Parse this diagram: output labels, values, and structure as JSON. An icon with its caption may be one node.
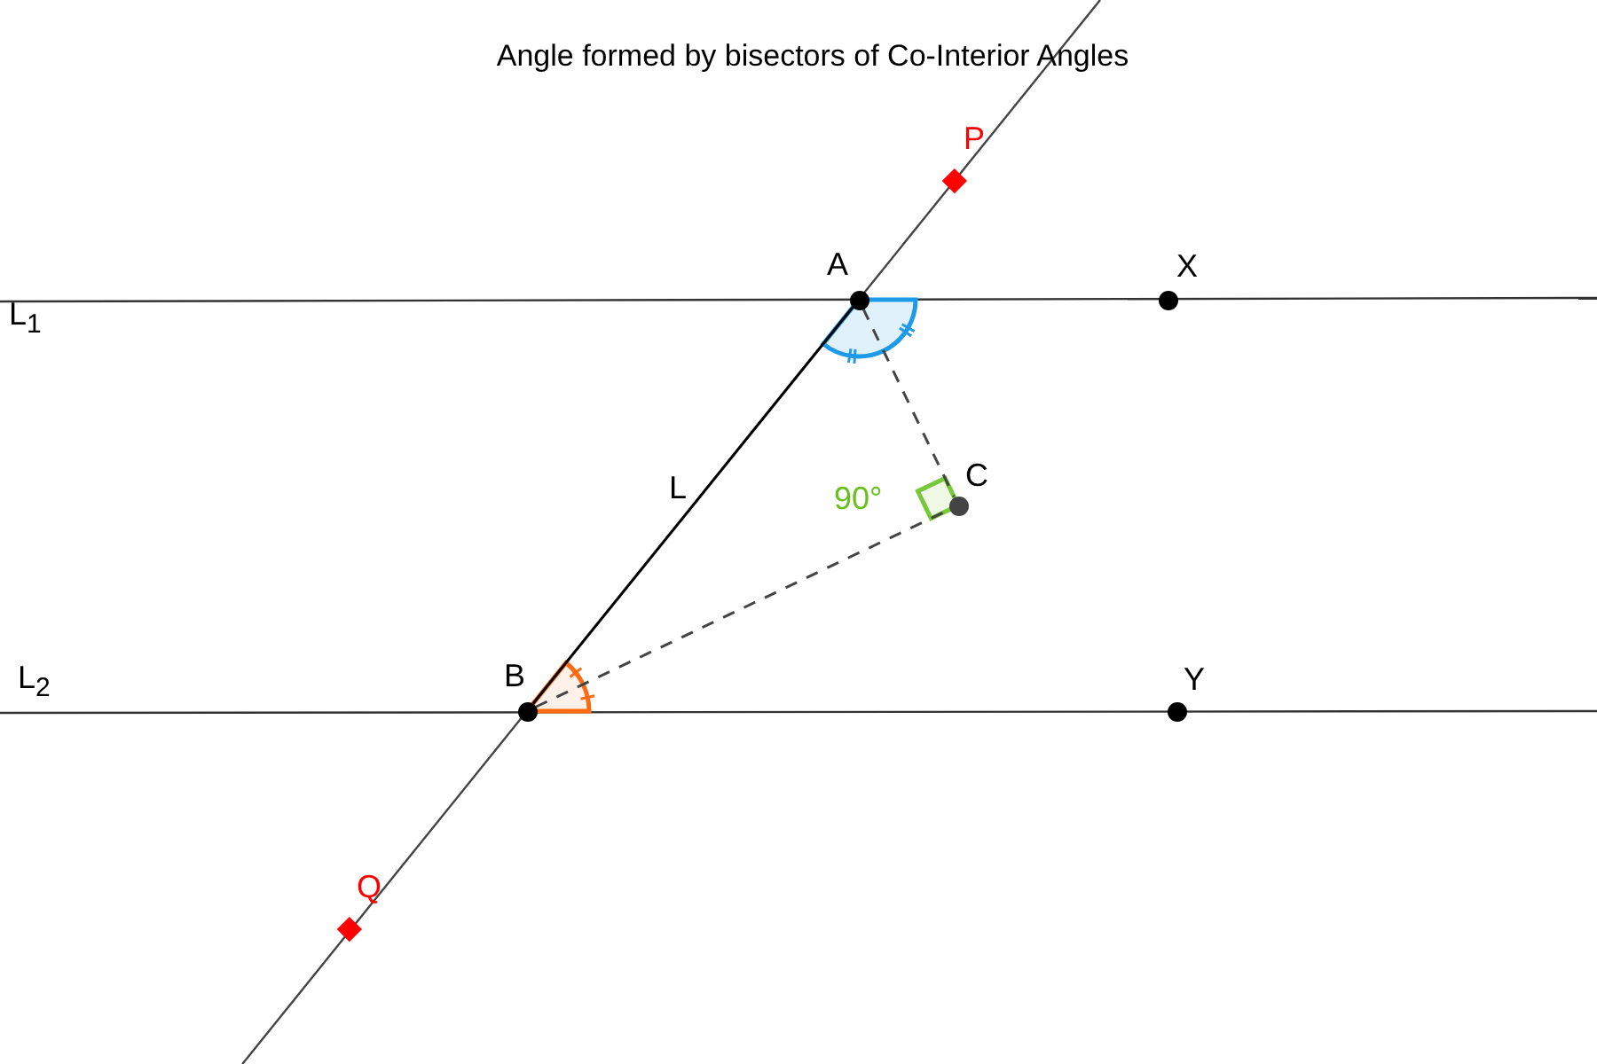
{
  "diagram": {
    "title": "Angle formed by bisectors of Co-Interior Angles",
    "nodes": [
      {
        "text": [],
        "shape": "circle",
        "beside": [
          "A"
        ]
      },
      {
        "text": [],
        "shape": "circle",
        "beside": [
          "X"
        ]
      },
      {
        "text": [],
        "shape": "circle",
        "beside": [
          "C"
        ]
      },
      {
        "text": [],
        "shape": "circle",
        "beside": [
          "B"
        ]
      },
      {
        "text": [],
        "shape": "circle",
        "beside": [
          "Y"
        ]
      },
      {
        "text": [],
        "shape": "diamond",
        "beside": [
          "P"
        ]
      },
      {
        "text": [],
        "shape": "diamond",
        "beside": [
          "Q"
        ]
      }
    ],
    "edges": [
      {
        "from": 0,
        "to": 3,
        "arrow": "none"
      },
      {
        "from": 0,
        "to": 2,
        "arrow": "none",
        "style": "dashed"
      },
      {
        "from": 3,
        "to": 2,
        "arrow": "none",
        "style": "dashed"
      }
    ],
    "labels": [
      "L$_{1}$",
      "L",
      "90°",
      "L$_{2}$"
    ]
  }
}
